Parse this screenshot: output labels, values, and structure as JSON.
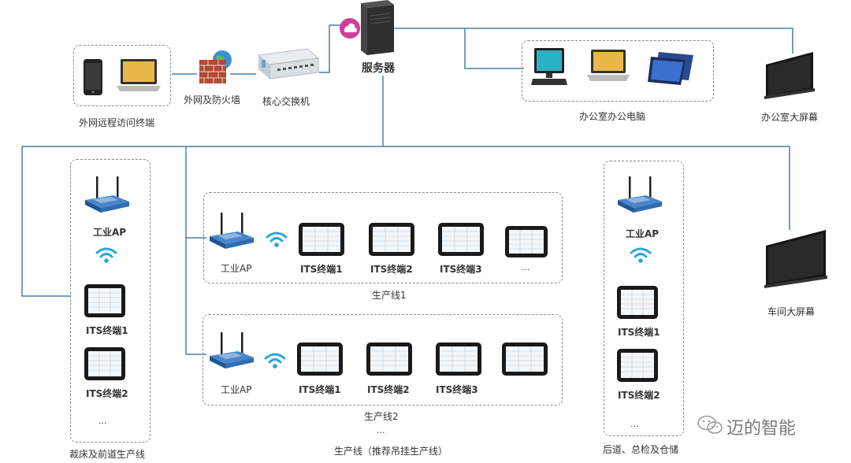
{
  "server": {
    "label": "服务器"
  },
  "switch": {
    "label": "核心交换机"
  },
  "firewall": {
    "label": "外网及防火墙"
  },
  "remote_group": {
    "label": "外网远程访问终端"
  },
  "office_pc_group": {
    "label": "办公室办公电脑"
  },
  "office_screen": {
    "label": "办公室大屏幕"
  },
  "workshop_screen": {
    "label": "车间大屏幕"
  },
  "left_group": {
    "ap_label": "工业AP",
    "terminals": [
      "ITS终端1",
      "ITS终端2"
    ],
    "more": "...",
    "label": "裁床及前道生产线"
  },
  "line1": {
    "ap_label": "工业AP",
    "terminals": [
      "ITS终端1",
      "ITS终端2",
      "ITS终端3",
      "..."
    ],
    "label": "生产线1"
  },
  "line2": {
    "ap_label": "工业AP",
    "terminals": [
      "ITS终端1",
      "ITS终端2",
      "ITS终端3"
    ],
    "label": "生产线2",
    "more": "..."
  },
  "lines_caption": "生产线（推荐吊挂生产线）",
  "right_group": {
    "ap_label": "工业AP",
    "terminals": [
      "ITS终端1",
      "ITS终端2"
    ],
    "more": "...",
    "label": "后道、总检及仓储"
  },
  "watermark": {
    "text": "迈的智能"
  },
  "colors": {
    "wire": "#4a7fa8",
    "dash": "#8a8a8a",
    "router": "#2d6db5",
    "wifi": "#2aa6d8"
  }
}
